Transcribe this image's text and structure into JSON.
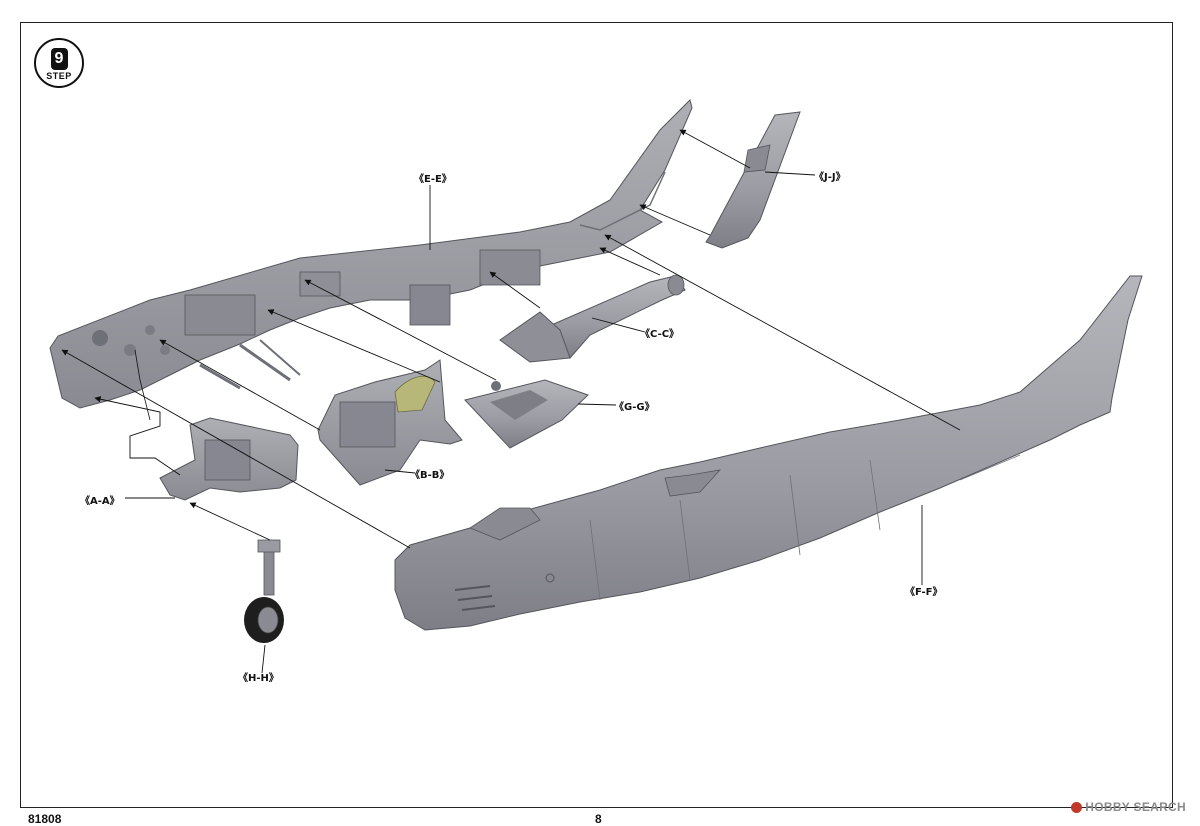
{
  "step": {
    "number": "9",
    "label": "STEP"
  },
  "callouts": {
    "e_e": "《E-E》",
    "j_j": "《J-J》",
    "c_c": "《C-C》",
    "g_g": "《G-G》",
    "b_b": "《B-B》",
    "a_a": "《A-A》",
    "f_f": "《F-F》",
    "h_h": "《H-H》"
  },
  "footer": {
    "kit_number": "81808",
    "page_number": "8"
  },
  "watermark": {
    "text": "HOBBY SEARCH"
  },
  "colors": {
    "plastic": "#9a9ba2",
    "plastic_dark": "#6e7078",
    "plastic_light": "#b3b4ba",
    "ink": "#111111"
  }
}
